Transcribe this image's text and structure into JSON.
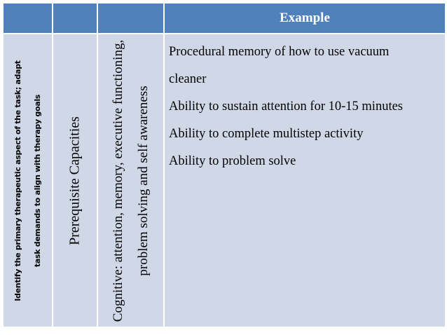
{
  "header": {
    "example_label": "Example"
  },
  "row": {
    "col1": "Identify the primary therapeutic aspect of the task; adapt task demands to align with therapy goals",
    "col2": "Prerequisite Capacities",
    "col3": "Cognitive: attention, memory, executive functioning, problem solving and self awareness",
    "examples": [
      "Procedural memory of how to use vacuum cleaner",
      "Ability to sustain attention for 10-15 minutes",
      "Ability to complete multistep activity",
      "Ability to problem solve"
    ]
  }
}
